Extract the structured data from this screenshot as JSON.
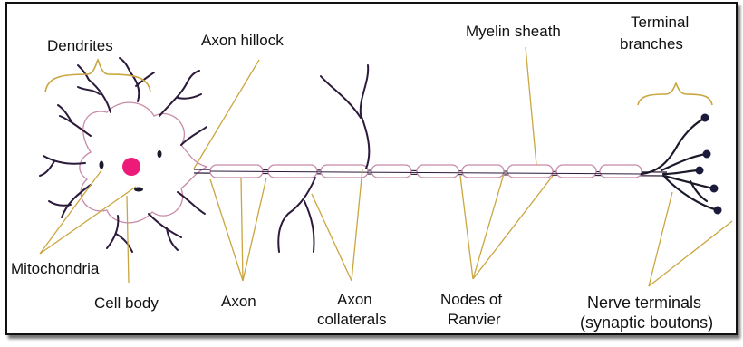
{
  "colors": {
    "outline": "#2b1a3a",
    "membrane": "#c88aa8",
    "nucleus": "#ee1a7a",
    "leader": "#caa640",
    "bouton": "#1a1a3a",
    "text": "#111111"
  },
  "icons": {
    "nucleus": "nucleus-icon",
    "mitochondrion": "mitochondrion-icon",
    "synaptic_bouton": "synaptic-bouton-icon"
  },
  "labels": {
    "dendrites": "Dendrites",
    "axon_hillock": "Axon hillock",
    "myelin_sheath": "Myelin sheath",
    "terminal_branches_line1": "Terminal",
    "terminal_branches_line2": "branches",
    "mitochondria": "Mitochondria",
    "cell_body": "Cell body",
    "axon": "Axon",
    "axon_collaterals_line1": "Axon",
    "axon_collaterals_line2": "collaterals",
    "nodes_line1": "Nodes of",
    "nodes_line2": "Ranvier",
    "nerve_terminals_line1": "Nerve terminals",
    "nerve_terminals_line2": "(synaptic boutons)"
  }
}
